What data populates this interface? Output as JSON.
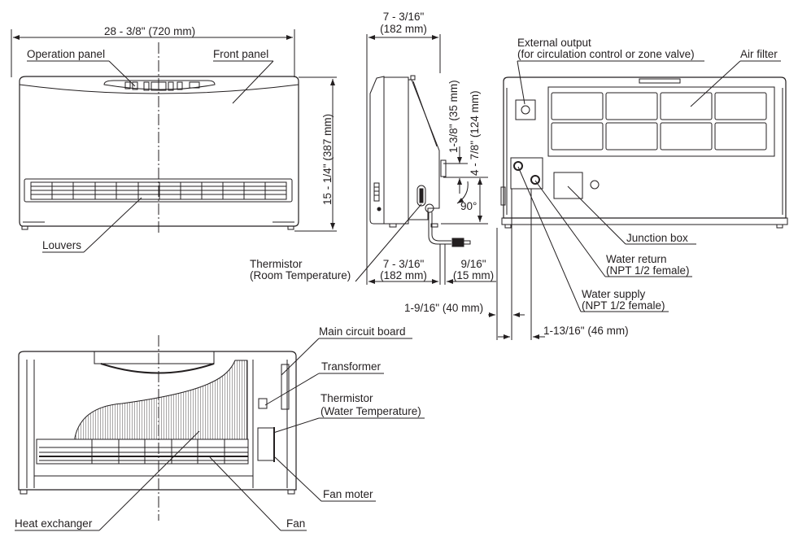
{
  "front_view": {
    "width_dim": "28 - 3/8\" (720 mm)",
    "height_dim": "15 - 1/4\" (387 mm)",
    "labels": {
      "operation_panel": "Operation panel",
      "front_panel": "Front panel",
      "louvers": "Louvers"
    }
  },
  "side_view": {
    "top_depth_line1": "7 - 3/16\"",
    "top_depth_line2": "(182 mm)",
    "bottom_depth_line1": "7 - 3/16\"",
    "bottom_depth_line2": "(182 mm)",
    "offset_line1": "9/16\"",
    "offset_line2": "(15 mm)",
    "pipe_height_1": "1-3/8\" (35 mm)",
    "pipe_height_2": "4 - 7/8\" (124 mm)",
    "angle": "90°",
    "thermistor_line1": "Thermistor",
    "thermistor_line2": "(Room Temperature)"
  },
  "rear_view": {
    "labels": {
      "external_output_line1": "External output",
      "external_output_line2": "(for circulation control or zone valve)",
      "air_filter": "Air filter",
      "junction_box": "Junction box",
      "water_return_line1": "Water return",
      "water_return_line2": "(NPT 1/2 female)",
      "water_supply_line1": "Water supply",
      "water_supply_line2": "(NPT 1/2 female)"
    },
    "dim_40": "1-9/16\" (40 mm)",
    "dim_46": "1-13/16\" (46 mm)"
  },
  "internal_view": {
    "labels": {
      "main_circuit_board": "Main circuit board",
      "transformer": "Transformer",
      "thermistor_water_line1": "Thermistor",
      "thermistor_water_line2": "(Water Temperature)",
      "fan_moter": "Fan moter",
      "heat_exchanger": "Heat exchanger",
      "fan": "Fan"
    }
  }
}
